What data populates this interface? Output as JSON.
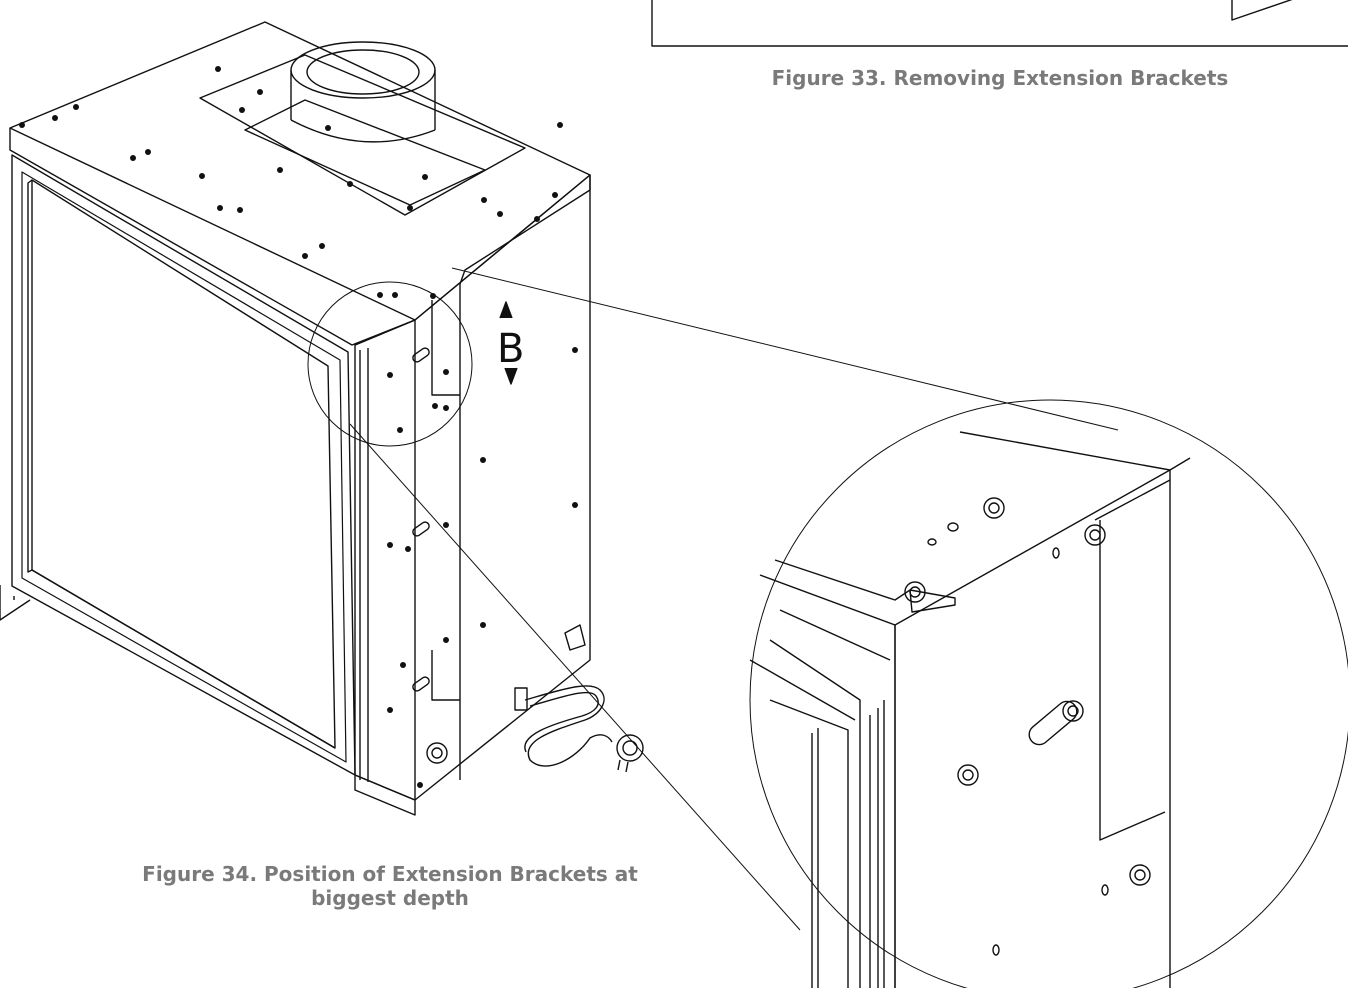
{
  "figure33": {
    "caption": "Figure 33. Removing Extension Brackets"
  },
  "figure34": {
    "caption_line1": "Figure 34. Position of Extension Brackets at",
    "caption_line2": "biggest depth"
  },
  "detail_callout": {
    "label": "B"
  },
  "colors": {
    "caption": "#7a7a7a",
    "line": "#111111"
  }
}
